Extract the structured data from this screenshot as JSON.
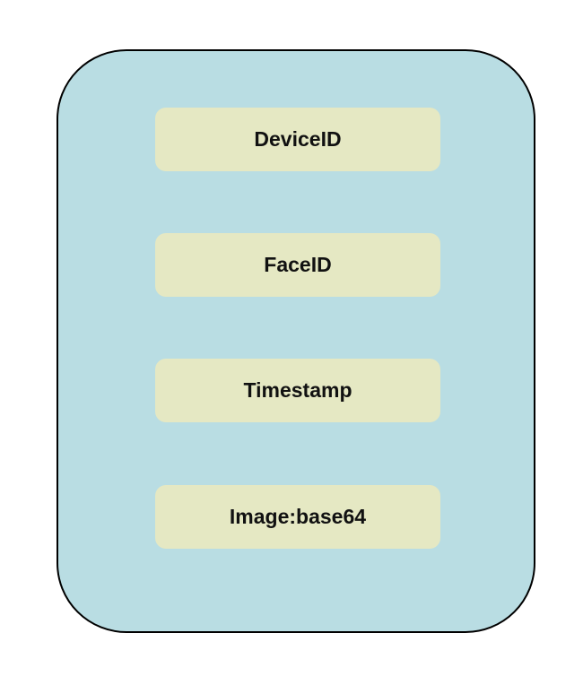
{
  "diagram": {
    "fields": [
      {
        "label": "DeviceID"
      },
      {
        "label": "FaceID"
      },
      {
        "label": "Timestamp"
      },
      {
        "label": "Image:base64"
      }
    ]
  },
  "colors": {
    "container_fill": "#b9dde3",
    "container_border": "#000000",
    "field_fill": "#e5e8c3",
    "text": "#111111"
  }
}
